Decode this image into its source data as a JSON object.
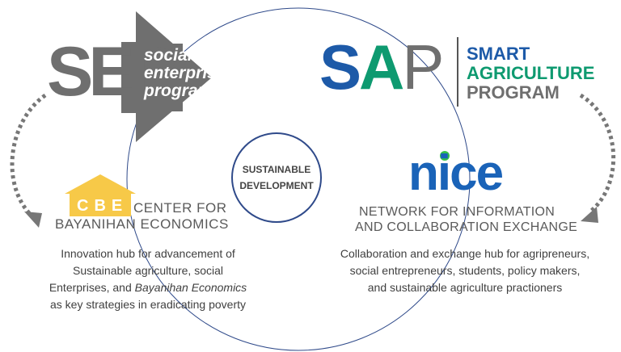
{
  "center": {
    "line1": "SUSTAINABLE",
    "line2": "DEVELOPMENT"
  },
  "sep": {
    "letters": "SEP",
    "words": [
      "social",
      "enterprise",
      "program"
    ]
  },
  "sap": {
    "s": "S",
    "a": "A",
    "p": "P",
    "words": [
      "SMART",
      "AGRICULTURE",
      "PROGRAM"
    ]
  },
  "cbe": {
    "letters": "CBE",
    "name_line1": "CENTER FOR",
    "name_line2": "BAYANIHAN ECONOMICS",
    "desc": {
      "line1": "Innovation hub for advancement of",
      "line2": "Sustainable agriculture, social",
      "line3_pre": "Enterprises, and ",
      "line3_italic": "Bayanihan Economics",
      "line4": "as key strategies in eradicating poverty"
    }
  },
  "nice": {
    "word": "nice",
    "name_line1": "NETWORK FOR INFORMATION",
    "name_line2": "AND COLLABORATION EXCHANGE",
    "desc": {
      "line1": "Collaboration and exchange hub for agripreneurs,",
      "line2": "social entrepreneurs, students, policy makers,",
      "line3": "and sustainable agriculture practioners"
    }
  },
  "colors": {
    "sep_gray": "#6f6f6f",
    "sap_blue": "#1d5aa8",
    "sap_green": "#0e9a70",
    "cbe_yellow": "#f7c948",
    "nice_blue": "#1a63b8",
    "nice_dot": "#36c24a",
    "ring": "#2f4a8a"
  }
}
